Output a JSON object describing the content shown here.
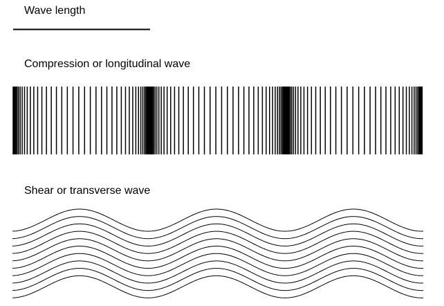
{
  "labels": {
    "wavelength": "Wave length",
    "compression": "Compression or longitudinal wave",
    "shear": "Shear or transverse wave"
  },
  "diagram": {
    "compression_cycles": 3,
    "shear_cycles": 3,
    "shear_line_count": 10,
    "line_color": "#000000"
  }
}
